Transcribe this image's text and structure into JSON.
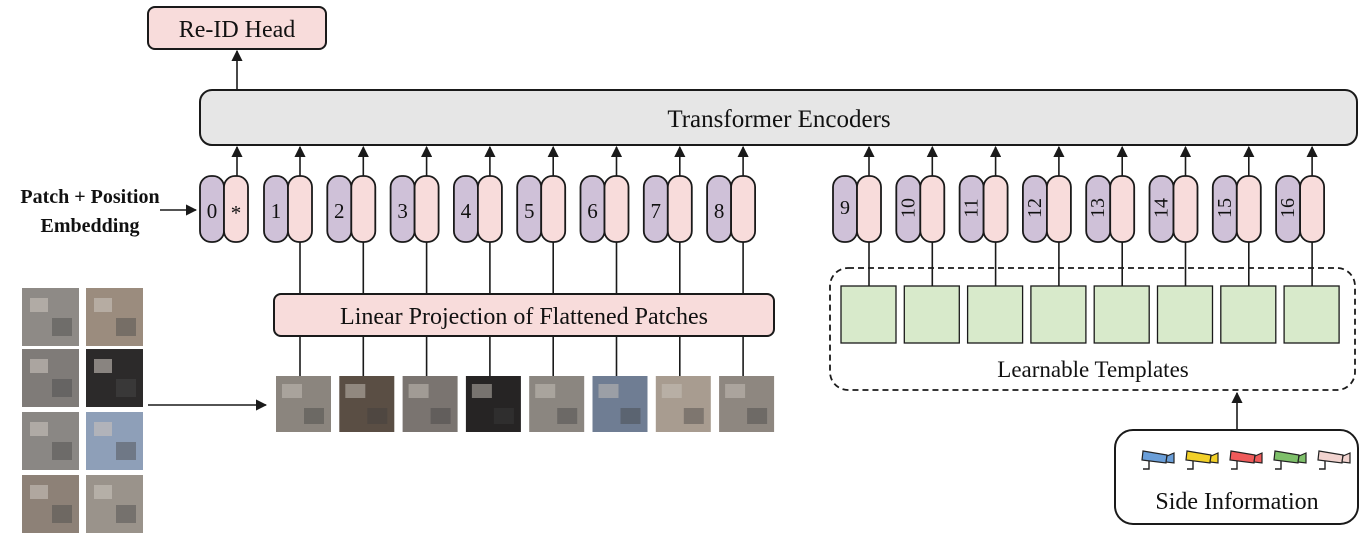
{
  "reid_head": {
    "label": "Re-ID Head"
  },
  "transformer": {
    "label": "Transformer Encoders"
  },
  "embedding_label": {
    "line1": "Patch + Position",
    "line2": "Embedding"
  },
  "cls_token": {
    "index": "0",
    "extra": "*"
  },
  "patch_tokens": [
    "1",
    "2",
    "3",
    "4",
    "5",
    "6",
    "7",
    "8"
  ],
  "template_tokens": [
    "9",
    "10",
    "11",
    "12",
    "13",
    "14",
    "15",
    "16"
  ],
  "linear_projection": {
    "label": "Linear Projection of Flattened Patches"
  },
  "learnable_templates": {
    "label": "Learnable Templates"
  },
  "side_information": {
    "label": "Side Information",
    "cameras": [
      {
        "icon": "camera-icon",
        "color": "#6a9ed8"
      },
      {
        "icon": "camera-icon",
        "color": "#f2d028"
      },
      {
        "icon": "camera-icon",
        "color": "#ef5a5a"
      },
      {
        "icon": "camera-icon",
        "color": "#7ec06a"
      },
      {
        "icon": "camera-icon",
        "color": "#f1d3cf"
      }
    ]
  },
  "colors": {
    "token_purple": "#cfc1d8",
    "token_pink": "#f8dcdb",
    "template_green": "#d8eacb",
    "encoder_gray": "#e6e6e6",
    "box_pink": "#f8dcdb"
  }
}
